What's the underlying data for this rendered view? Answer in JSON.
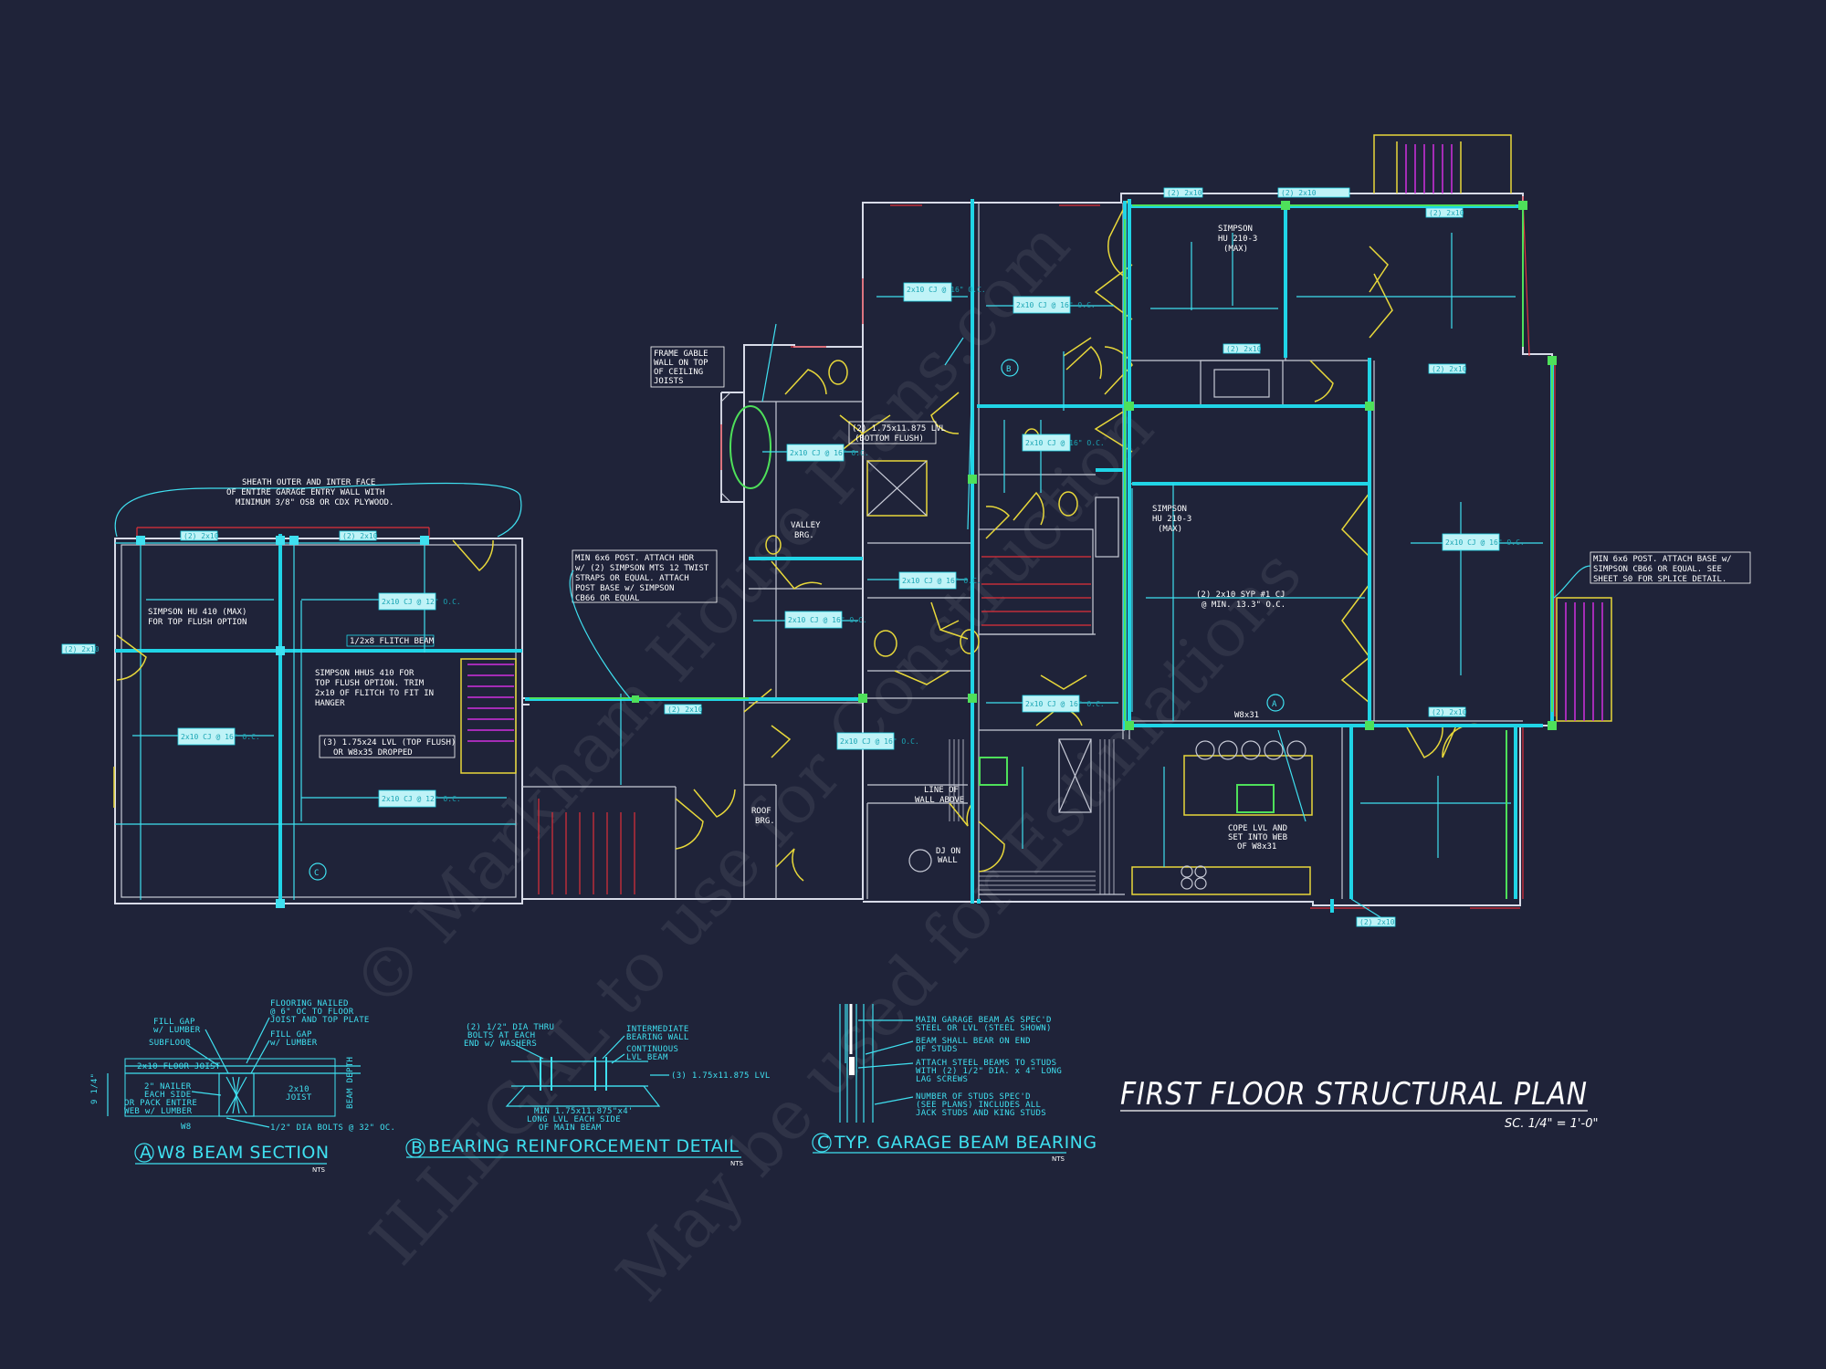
{
  "drawing": {
    "title": "FIRST FLOOR STRUCTURAL PLAN",
    "scale": "SC. 1/4\" = 1'-0\""
  },
  "watermark": {
    "line1": "© Markham House Plans.com",
    "line2": "ILLEGAL to use for Construction",
    "line3": "May be used for Estimations"
  },
  "plan_notes": {
    "garage_sheath": [
      "SHEATH OUTER AND INTER FACE",
      "OF ENTIRE GARAGE ENTRY WALL WITH",
      "MINIMUM 3/8\" OSB OR CDX PLYWOOD."
    ],
    "hu410": [
      "SIMPSON HU 410 (MAX)",
      "FOR TOP FLUSH OPTION"
    ],
    "hhus": [
      "SIMPSON HHUS 410 FOR",
      "TOP FLUSH OPTION. TRIM",
      "2x10 OF FLITCH TO FIT IN",
      "HANGER"
    ],
    "lvl_top_flush": [
      "(3) 1.75x24 LVL (TOP FLUSH)",
      "OR W8x35 DROPPED"
    ],
    "flitch": "1/2x8 FLITCH BEAM",
    "post_hdr": [
      "MIN 6x6 POST. ATTACH HDR",
      "w/ (2) SIMPSON MTS 12 TWIST",
      "STRAPS OR EQUAL. ATTACH",
      "POST BASE w/ SIMPSON",
      "CB66 OR EQUAL"
    ],
    "frame_gable": [
      "FRAME GABLE",
      "WALL ON TOP",
      "OF CEILING",
      "JOISTS"
    ],
    "valley": [
      "VALLEY",
      "BRG."
    ],
    "lvl_bottom": [
      "(2) 1.75x11.875 LVL",
      "(BOTTOM FLUSH)"
    ],
    "hu210_top": [
      "SIMPSON",
      "HU 210-3",
      "(MAX)"
    ],
    "hu210_mid": [
      "SIMPSON",
      "HU 210-3",
      "(MAX)"
    ],
    "syp": [
      "(2) 2x10 SYP #1 CJ",
      "@ MIN. 13.3\" O.C."
    ],
    "post_right": [
      "MIN 6x6 POST. ATTACH BASE w/",
      "SIMPSON CB66 OR EQUAL. SEE",
      "SHEET S0 FOR SPLICE DETAIL."
    ],
    "w8x31": "W8x31",
    "cope": [
      "COPE LVL AND",
      "SET INTO WEB",
      "OF W8x31"
    ],
    "roof_brg": [
      "ROOF",
      "BRG."
    ],
    "line_above": [
      "LINE OF",
      "WALL ABOVE"
    ],
    "dj": [
      "DJ ON",
      "WALL"
    ],
    "cj_label": "2x10 CJ @ 16\" O.C.",
    "cj12_label": "2x10 CJ @ 12\" O.C.",
    "sm_label": "(2) 2x10"
  },
  "grid_bubbles": [
    "A",
    "B",
    "C"
  ],
  "details": {
    "a": {
      "letter": "A",
      "title": "W8 BEAM SECTION",
      "nts": "NTS",
      "notes": [
        "FILL GAP",
        "w/ LUMBER",
        "SUBFLOOR",
        "2x10 FLOOR JOIST",
        "2\" NAILER",
        "EACH SIDE",
        "OR PACK ENTIRE",
        "WEB w/ LUMBER",
        "W8"
      ],
      "notes_right": [
        "FLOORING NAILED",
        "@ 6\" OC TO FLOOR",
        "JOIST AND TOP PLATE",
        "FILL GAP",
        "w/ LUMBER",
        "2x10",
        "JOIST",
        "1/2\" DIA BOLTS @ 32\" OC."
      ],
      "dim": "9 1/4\"",
      "beam_depth": "BEAM DEPTH"
    },
    "b": {
      "letter": "B",
      "title": "BEARING REINFORCEMENT DETAIL",
      "nts": "NTS",
      "notes": [
        "(2) 1/2\" DIA THRU",
        "BOLTS AT EACH",
        "END w/ WASHERS",
        "INTERMEDIATE",
        "BEARING WALL",
        "CONTINUOUS",
        "LVL BEAM",
        "(3) 1.75x11.875 LVL",
        "MIN 1.75x11.875\"x4'",
        "LONG LVL EACH SIDE",
        "OF MAIN BEAM"
      ]
    },
    "c": {
      "letter": "C",
      "title": "TYP. GARAGE BEAM BEARING",
      "nts": "NTS",
      "notes": [
        "MAIN GARAGE BEAM AS SPEC'D",
        "STEEL OR LVL (STEEL SHOWN)",
        "BEAM SHALL BEAR ON END",
        "OF STUDS",
        "ATTACH STEEL BEAMS TO STUDS",
        "WITH (2) 1/2\" DIA. x 4\" LONG",
        "LAG SCREWS",
        "NUMBER OF STUDS SPEC'D",
        "(SEE PLANS) INCLUDES ALL",
        "JACK STUDS AND KING STUDS"
      ]
    }
  },
  "colors": {
    "background": "#1f2339",
    "wall": "#d8dbe8",
    "beam": "#20d4e6",
    "door": "#e8d83a",
    "post": "#4ee05a",
    "opening": "#e0303a",
    "stair": "#d030e0"
  }
}
